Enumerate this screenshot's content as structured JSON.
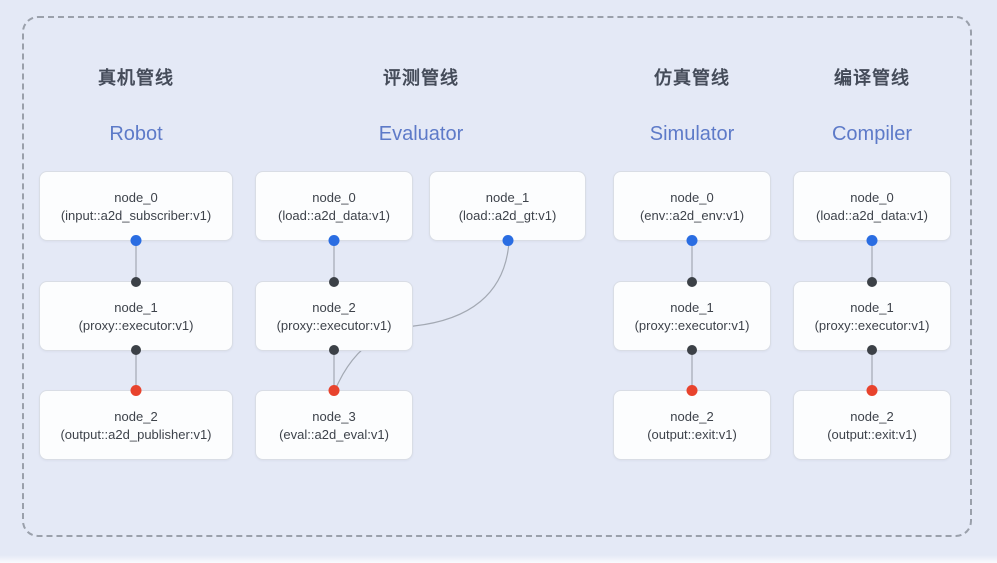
{
  "colors": {
    "bg": "#e4e9f6",
    "frame": "#9aa0ab",
    "box-bg": "#fcfdfe",
    "box-border": "#d9dde5",
    "text-dark": "#3e434b",
    "title-zh": "#454c5a",
    "title-en": "#5d7ac8",
    "line": "#a3a9b3",
    "port-blue": "#2a6de2",
    "port-black": "#3c4147",
    "port-red": "#e8432d"
  },
  "pipelines": [
    {
      "title_zh": "真机管线",
      "title_en": "Robot",
      "nodes": [
        {
          "name": "node_0",
          "type": "(input::a2d_subscriber:v1)"
        },
        {
          "name": "node_1",
          "type": "(proxy::executor:v1)"
        },
        {
          "name": "node_2",
          "type": "(output::a2d_publisher:v1)"
        }
      ]
    },
    {
      "title_zh": "评测管线",
      "title_en": "Evaluator",
      "nodes": [
        {
          "name": "node_0",
          "type": "(load::a2d_data:v1)"
        },
        {
          "name": "node_1",
          "type": "(load::a2d_gt:v1)"
        },
        {
          "name": "node_2",
          "type": "(proxy::executor:v1)"
        },
        {
          "name": "node_3",
          "type": "(eval::a2d_eval:v1)"
        }
      ]
    },
    {
      "title_zh": "仿真管线",
      "title_en": "Simulator",
      "nodes": [
        {
          "name": "node_0",
          "type": "(env::a2d_env:v1)"
        },
        {
          "name": "node_1",
          "type": "(proxy::executor:v1)"
        },
        {
          "name": "node_2",
          "type": "(output::exit:v1)"
        }
      ]
    },
    {
      "title_zh": "编译管线",
      "title_en": "Compiler",
      "nodes": [
        {
          "name": "node_0",
          "type": "(load::a2d_data:v1)"
        },
        {
          "name": "node_1",
          "type": "(proxy::executor:v1)"
        },
        {
          "name": "node_2",
          "type": "(output::exit:v1)"
        }
      ]
    }
  ]
}
